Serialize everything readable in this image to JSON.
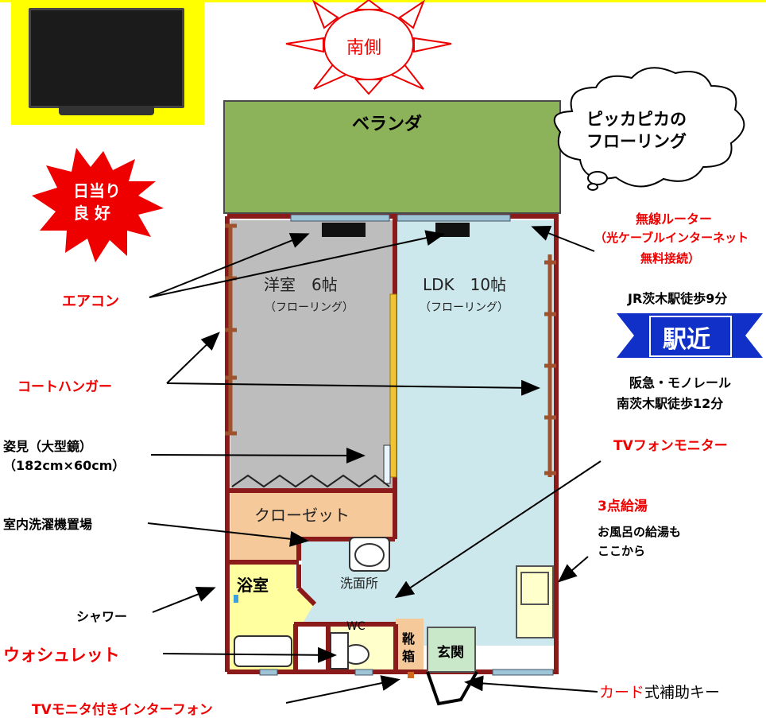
{
  "labels": {
    "south": "南側",
    "veranda": "ベランダ",
    "bubble_line1": "ピッカピカの",
    "bubble_line2": "フローリング",
    "sun_badge_line1": "日当り",
    "sun_badge_line2": "良 好",
    "router_line1": "無線ルーター",
    "router_line2": "（光ケーブルインターネット",
    "router_line3": "無料接続）",
    "aircon": "エアコン",
    "western_room": "洋室　6帖",
    "western_floor": "（フローリング）",
    "ldk": "LDK　10帖",
    "ldk_floor": "（フローリング）",
    "station1": "JR茨木駅徒歩9分",
    "station_badge": "駅近",
    "station2_line1": "阪急・モノレール",
    "station2_line2": "南茨木駅徒歩12分",
    "coat_hanger": "コートハンガー",
    "mirror_line1": "姿見（大型鏡）",
    "mirror_line2": "（182cm×60cm）",
    "tv_phone_monitor": "TVフォンモニター",
    "closet": "クローゼット",
    "water_heater": "3点給湯",
    "bath_supply_line1": "お風呂の給湯も",
    "bath_supply_line2": "ここから",
    "washer_area": "室内洗濯機置場",
    "bathroom": "浴室",
    "washroom": "洗面所",
    "shower": "シャワー",
    "wc": "WC",
    "shoe_box_line1": "靴",
    "shoe_box_line2": "箱",
    "entrance": "玄関",
    "washlet": "ウォシュレット",
    "card_key_red": "カード",
    "card_key_black": "式補助キー",
    "intercom_red1": "TV",
    "intercom_black": "モニタ付き",
    "intercom_red2": "インターフォン"
  },
  "colors": {
    "yellow": "#ffff00",
    "red_text": "#ee0000",
    "veranda_green": "#8db35a",
    "wall": "#8b1a1a",
    "western_gray": "#bdbdbd",
    "ldk_blue": "#cde8ec",
    "closet_orange": "#f6c99a",
    "bath_yellow": "#ffffa0",
    "badge_blue": "#1030c8",
    "hanger_brown": "#a0522d"
  }
}
